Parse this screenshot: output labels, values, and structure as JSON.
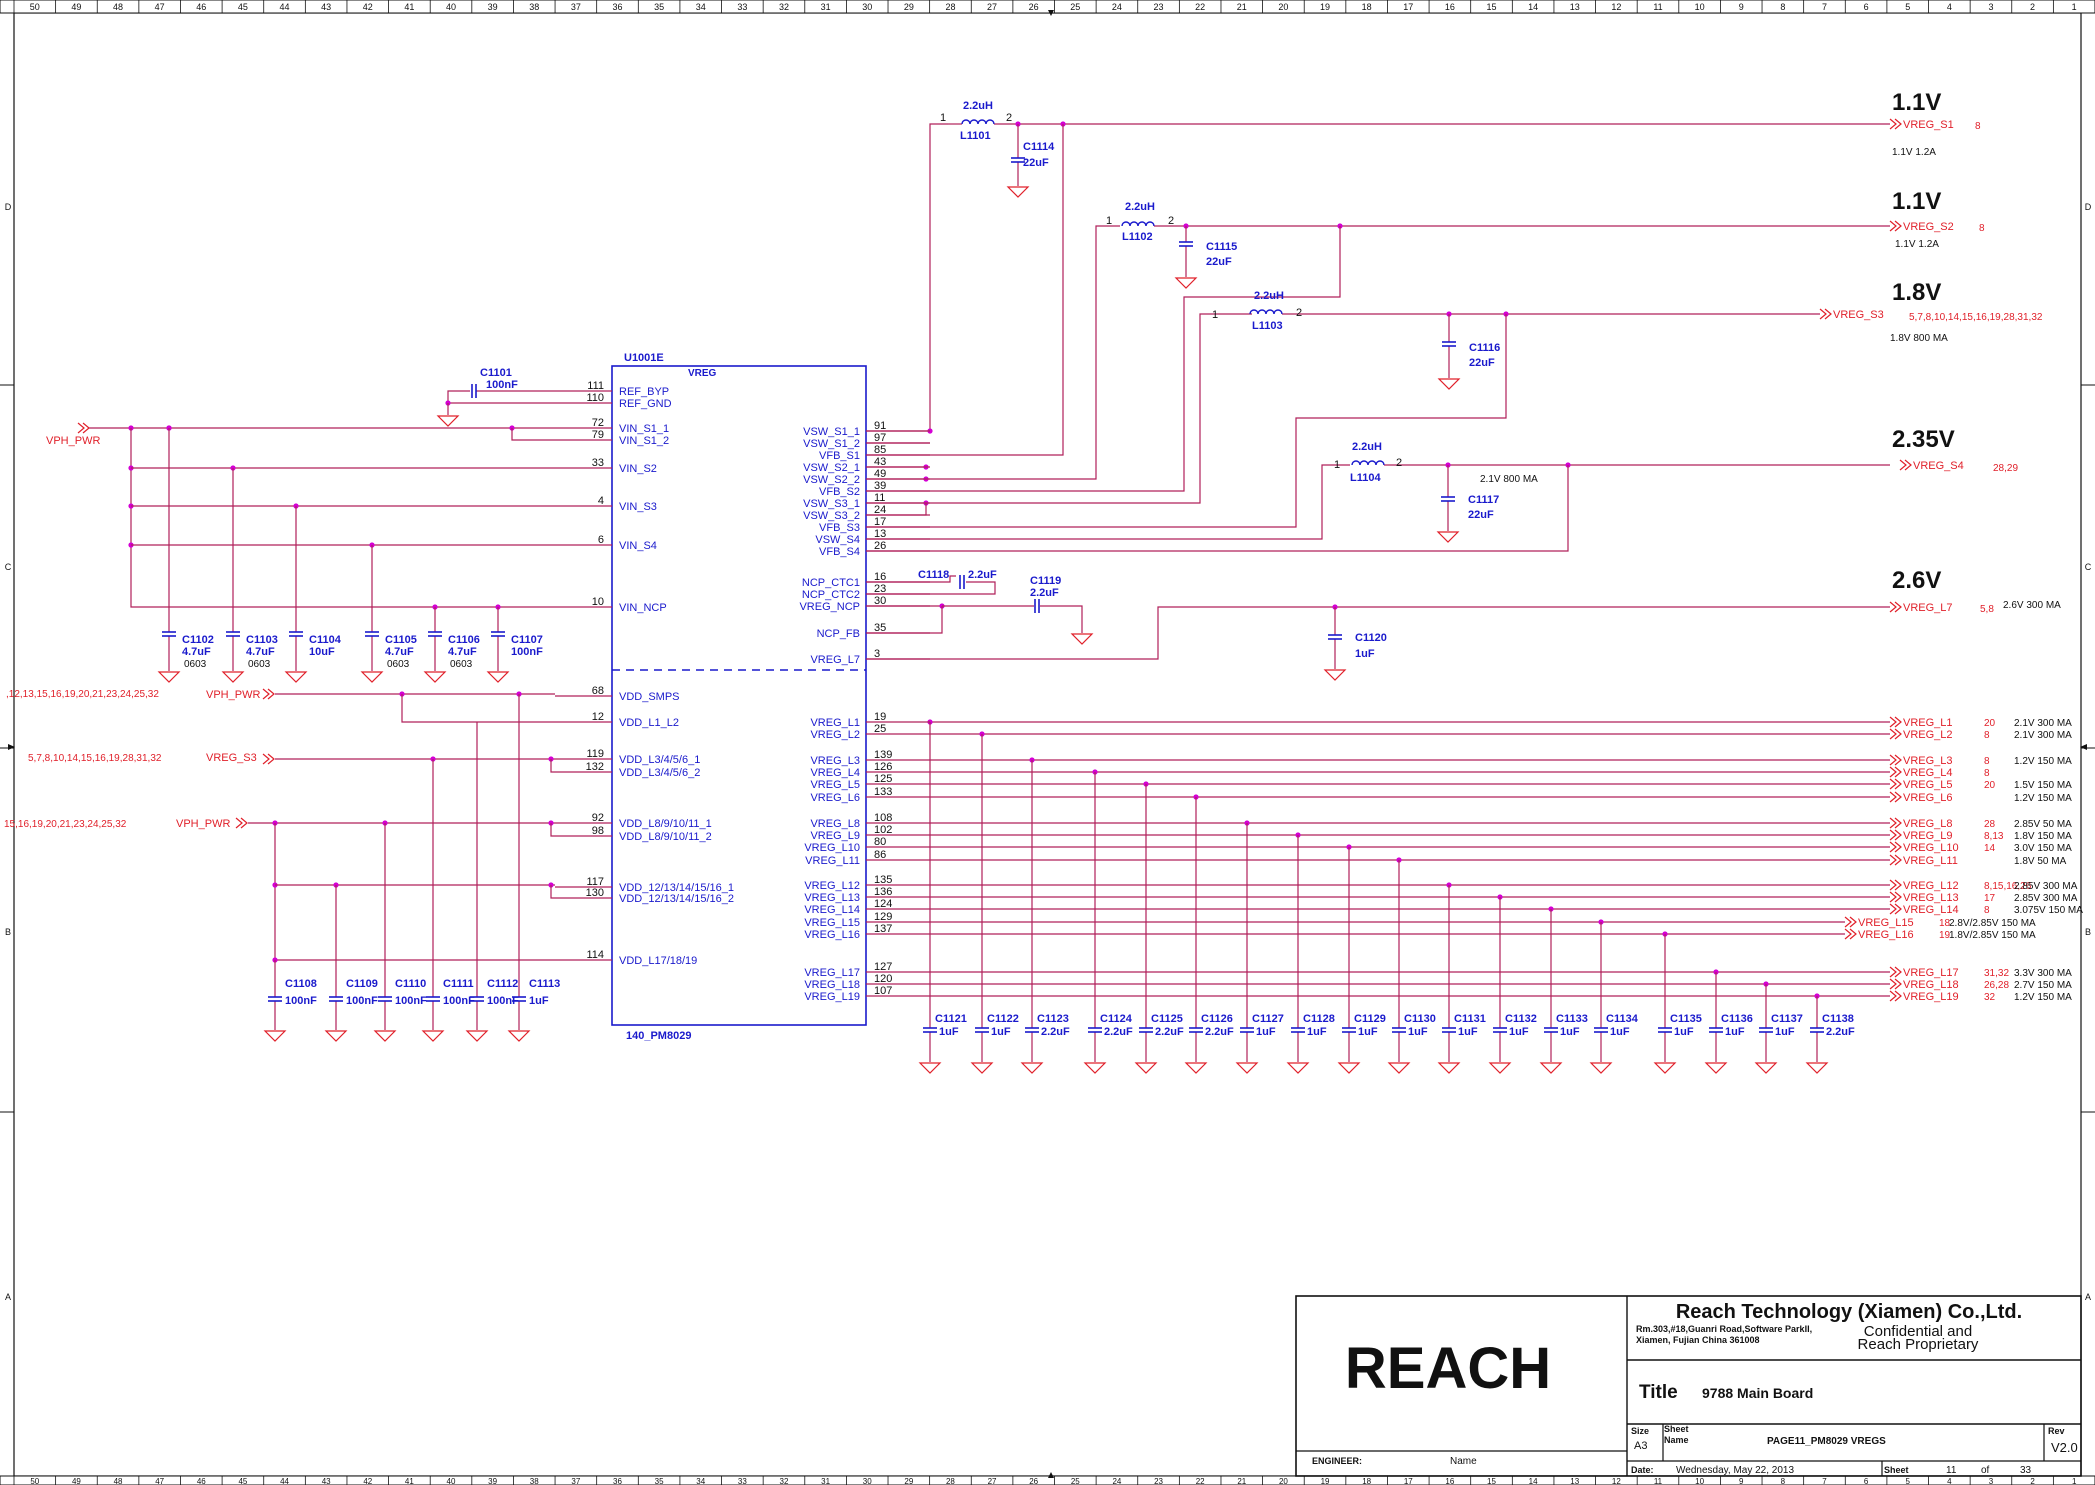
{
  "ruler": {
    "numbers": [
      "50",
      "49",
      "48",
      "47",
      "46",
      "45",
      "44",
      "43",
      "42",
      "41",
      "40",
      "39",
      "38",
      "37",
      "36",
      "35",
      "34",
      "33",
      "32",
      "31",
      "30",
      "29",
      "28",
      "27",
      "26",
      "25",
      "24",
      "23",
      "22",
      "21",
      "20",
      "19",
      "18",
      "17",
      "16",
      "15",
      "14",
      "13",
      "12",
      "11",
      "10",
      "9",
      "8",
      "7",
      "6",
      "5",
      "4",
      "3",
      "2",
      "1"
    ],
    "rows": [
      "D",
      "C",
      "B",
      "A"
    ]
  },
  "chip": {
    "ref": "U1001E",
    "block": "VREG",
    "part": "140_PM8029",
    "left_pins": [
      {
        "num": "111",
        "name": "REF_BYP"
      },
      {
        "num": "110",
        "name": "REF_GND"
      },
      {
        "num": "72",
        "name": "VIN_S1_1"
      },
      {
        "num": "79",
        "name": "VIN_S1_2"
      },
      {
        "num": "33",
        "name": "VIN_S2"
      },
      {
        "num": "4",
        "name": "VIN_S3"
      },
      {
        "num": "6",
        "name": "VIN_S4"
      },
      {
        "num": "10",
        "name": "VIN_NCP"
      },
      {
        "num": "68",
        "name": "VDD_SMPS"
      },
      {
        "num": "12",
        "name": "VDD_L1_L2"
      },
      {
        "num": "119",
        "name": "VDD_L3/4/5/6_1"
      },
      {
        "num": "132",
        "name": "VDD_L3/4/5/6_2"
      },
      {
        "num": "92",
        "name": "VDD_L8/9/10/11_1"
      },
      {
        "num": "98",
        "name": "VDD_L8/9/10/11_2"
      },
      {
        "num": "117",
        "name": "VDD_12/13/14/15/16_1"
      },
      {
        "num": "130",
        "name": "VDD_12/13/14/15/16_2"
      },
      {
        "num": "114",
        "name": "VDD_L17/18/19"
      }
    ],
    "right_pins": [
      {
        "num": "91",
        "name": "VSW_S1_1"
      },
      {
        "num": "97",
        "name": "VSW_S1_2"
      },
      {
        "num": "85",
        "name": "VFB_S1"
      },
      {
        "num": "43",
        "name": "VSW_S2_1"
      },
      {
        "num": "49",
        "name": "VSW_S2_2"
      },
      {
        "num": "39",
        "name": "VFB_S2"
      },
      {
        "num": "11",
        "name": "VSW_S3_1"
      },
      {
        "num": "24",
        "name": "VSW_S3_2"
      },
      {
        "num": "17",
        "name": "VFB_S3"
      },
      {
        "num": "13",
        "name": "VSW_S4"
      },
      {
        "num": "26",
        "name": "VFB_S4"
      },
      {
        "num": "16",
        "name": "NCP_CTC1"
      },
      {
        "num": "23",
        "name": "NCP_CTC2"
      },
      {
        "num": "30",
        "name": "VREG_NCP"
      },
      {
        "num": "35",
        "name": "NCP_FB"
      },
      {
        "num": "3",
        "name": "VREG_L7"
      },
      {
        "num": "19",
        "name": "VREG_L1"
      },
      {
        "num": "25",
        "name": "VREG_L2"
      },
      {
        "num": "139",
        "name": "VREG_L3"
      },
      {
        "num": "126",
        "name": "VREG_L4"
      },
      {
        "num": "125",
        "name": "VREG_L5"
      },
      {
        "num": "133",
        "name": "VREG_L6"
      },
      {
        "num": "108",
        "name": "VREG_L8"
      },
      {
        "num": "102",
        "name": "VREG_L9"
      },
      {
        "num": "80",
        "name": "VREG_L10"
      },
      {
        "num": "86",
        "name": "VREG_L11"
      },
      {
        "num": "135",
        "name": "VREG_L12"
      },
      {
        "num": "136",
        "name": "VREG_L13"
      },
      {
        "num": "124",
        "name": "VREG_L14"
      },
      {
        "num": "129",
        "name": "VREG_L15"
      },
      {
        "num": "137",
        "name": "VREG_L16"
      },
      {
        "num": "127",
        "name": "VREG_L17"
      },
      {
        "num": "120",
        "name": "VREG_L18"
      },
      {
        "num": "107",
        "name": "VREG_L19"
      }
    ]
  },
  "inductors": [
    {
      "ref": "L1101",
      "value": "2.2uH",
      "p1": "1",
      "p2": "2"
    },
    {
      "ref": "L1102",
      "value": "2.2uH",
      "p1": "1",
      "p2": "2"
    },
    {
      "ref": "L1103",
      "value": "2.2uH",
      "p1": "1",
      "p2": "2"
    },
    {
      "ref": "L1104",
      "value": "2.2uH",
      "p1": "1",
      "p2": "2"
    }
  ],
  "smps_caps": [
    {
      "ref": "C1114",
      "value": "22uF"
    },
    {
      "ref": "C1115",
      "value": "22uF"
    },
    {
      "ref": "C1116",
      "value": "22uF"
    },
    {
      "ref": "C1117",
      "value": "22uF"
    },
    {
      "ref": "C1101",
      "value": "100nF"
    },
    {
      "ref": "C1118",
      "value": "2.2uF"
    },
    {
      "ref": "C1119",
      "value": "2.2uF"
    },
    {
      "ref": "C1120",
      "value": "1uF"
    }
  ],
  "input_caps_top": [
    {
      "ref": "C1102",
      "value": "4.7uF",
      "pkg": "0603"
    },
    {
      "ref": "C1103",
      "value": "4.7uF",
      "pkg": "0603"
    },
    {
      "ref": "C1104",
      "value": "10uF",
      "pkg": ""
    },
    {
      "ref": "C1105",
      "value": "4.7uF",
      "pkg": "0603"
    },
    {
      "ref": "C1106",
      "value": "4.7uF",
      "pkg": "0603"
    },
    {
      "ref": "C1107",
      "value": "100nF",
      "pkg": ""
    }
  ],
  "input_caps_bottom": [
    {
      "ref": "C1108",
      "value": "100nF"
    },
    {
      "ref": "C1109",
      "value": "100nF"
    },
    {
      "ref": "C1110",
      "value": "100nF"
    },
    {
      "ref": "C1111",
      "value": "100nF"
    },
    {
      "ref": "C1112",
      "value": "100nF"
    },
    {
      "ref": "C1113",
      "value": "1uF"
    }
  ],
  "ldo_caps": [
    {
      "ref": "C1121",
      "value": "1uF"
    },
    {
      "ref": "C1122",
      "value": "1uF"
    },
    {
      "ref": "C1123",
      "value": "2.2uF"
    },
    {
      "ref": "C1124",
      "value": "2.2uF"
    },
    {
      "ref": "C1125",
      "value": "2.2uF"
    },
    {
      "ref": "C1126",
      "value": "2.2uF"
    },
    {
      "ref": "C1127",
      "value": "1uF"
    },
    {
      "ref": "C1128",
      "value": "1uF"
    },
    {
      "ref": "C1129",
      "value": "1uF"
    },
    {
      "ref": "C1130",
      "value": "1uF"
    },
    {
      "ref": "C1131",
      "value": "1uF"
    },
    {
      "ref": "C1132",
      "value": "1uF"
    },
    {
      "ref": "C1133",
      "value": "1uF"
    },
    {
      "ref": "C1134",
      "value": "1uF"
    },
    {
      "ref": "C1135",
      "value": "1uF"
    },
    {
      "ref": "C1136",
      "value": "1uF"
    },
    {
      "ref": "C1137",
      "value": "1uF"
    },
    {
      "ref": "C1138",
      "value": "2.2uF"
    }
  ],
  "smps_outputs": [
    {
      "big": "1.1V",
      "net": "VREG_S1",
      "sheets": "8",
      "note": "1.1V 1.2A"
    },
    {
      "big": "1.1V",
      "net": "VREG_S2",
      "sheets": "8",
      "note": "1.1V 1.2A"
    },
    {
      "big": "1.8V",
      "net": "VREG_S3",
      "sheets": "5,7,8,10,14,15,16,19,28,31,32",
      "note": "1.8V  800 MA"
    },
    {
      "big": "2.35V",
      "net": "VREG_S4",
      "sheets": "28,29",
      "note": "2.1V 800 MA"
    },
    {
      "big": "2.6V",
      "net": "VREG_L7",
      "sheets": "5,8",
      "note": "2.6V 300 MA"
    }
  ],
  "ldo_outputs": [
    {
      "net": "VREG_L1",
      "sheets": "20",
      "note": "2.1V 300 MA"
    },
    {
      "net": "VREG_L2",
      "sheets": "8",
      "note": "2.1V 300 MA"
    },
    {
      "net": "VREG_L3",
      "sheets": "8",
      "note": "1.2V 150 MA"
    },
    {
      "net": "VREG_L4",
      "sheets": "8",
      "note": ""
    },
    {
      "net": "VREG_L5",
      "sheets": "20",
      "note": "1.5V 150 MA"
    },
    {
      "net": "VREG_L6",
      "sheets": "",
      "note": "1.2V 150 MA"
    },
    {
      "net": "VREG_L8",
      "sheets": "28",
      "note": "2.85V 50 MA"
    },
    {
      "net": "VREG_L9",
      "sheets": "8,13",
      "note": "1.8V  150 MA"
    },
    {
      "net": "VREG_L10",
      "sheets": "14",
      "note": "3.0V 150 MA"
    },
    {
      "net": "VREG_L11",
      "sheets": "",
      "note": "1.8V  50 MA"
    },
    {
      "net": "VREG_L12",
      "sheets": "8,15,16,26",
      "note": "2.85V 300 MA"
    },
    {
      "net": "VREG_L13",
      "sheets": "17",
      "note": "2.85V 300 MA"
    },
    {
      "net": "VREG_L14",
      "sheets": "8",
      "note": "3.075V 150 MA"
    },
    {
      "net": "VREG_L15",
      "sheets": "18",
      "note": "2.8V/2.85V  150 MA"
    },
    {
      "net": "VREG_L16",
      "sheets": "19",
      "note": "1.8V/2.85V  150 MA"
    },
    {
      "net": "VREG_L17",
      "sheets": "31,32",
      "note": "3.3V 300 MA"
    },
    {
      "net": "VREG_L18",
      "sheets": "26,28",
      "note": "2.7V 150 MA"
    },
    {
      "net": "VREG_L19",
      "sheets": "32",
      "note": "1.2V 150 MA"
    }
  ],
  "input_nets": [
    {
      "prefix": "",
      "net": "VPH_PWR"
    },
    {
      "prefix": ",12,13,15,16,19,20,21,23,24,25,32",
      "net": "VPH_PWR"
    },
    {
      "prefix": "5,7,8,10,14,15,16,19,28,31,32",
      "net": "VREG_S3"
    },
    {
      "prefix": "15,16,19,20,21,23,24,25,32",
      "net": "VPH_PWR"
    }
  ],
  "title_block": {
    "logo": "REACH",
    "company": "Reach Technology (Xiamen) Co.,Ltd.",
    "address1": "Rm.303,#18,Guanri Road,Software ParkII,",
    "address2": "Xiamen, Fujian China 361008",
    "conf1": "Confidential and",
    "conf2": "Reach Proprietary",
    "title_label": "Title",
    "title": "9788 Main Board",
    "size_label": "Size",
    "size": "A3",
    "sheet_name_label": "Sheet Name",
    "sheet_name": "PAGE11_PM8029 VREGS",
    "rev_label": "Rev",
    "rev": "V2.0",
    "engineer_label": "ENGINEER:",
    "engineer": "Name",
    "date_label": "Date:",
    "date": "Wednesday, May 22, 2013",
    "sheet_label": "Sheet",
    "sheet": "11",
    "of_label": "of",
    "total": "33"
  },
  "colors": {
    "wire": "#b0205a",
    "net": "#e0202a",
    "chip": "#1a1acc",
    "junction": "#d400d4",
    "ink": "#111111"
  }
}
